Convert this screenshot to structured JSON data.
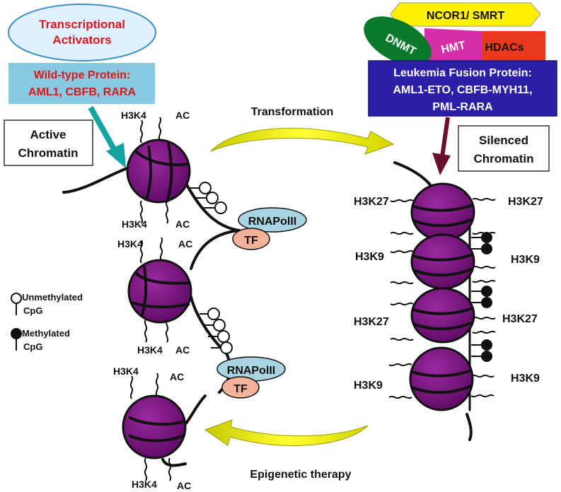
{
  "left": {
    "activators": "Transcriptional Activators",
    "wildtype_line1": "Wild-type Protein:",
    "wildtype_line2": "AML1, CBFB, RARA",
    "active_chromatin": "Active Chromatin",
    "mark_h3k4": "H3K4",
    "mark_ac": "AC",
    "rnapol": "RNAPolII",
    "tf": "TF"
  },
  "right": {
    "ncor": "NCOR1/ SMRT",
    "dnmt": "DNMT",
    "hmt": "HMT",
    "hdacs": "HDACs",
    "fusion_line1": "Leukemia Fusion Protein:",
    "fusion_line2": "AML1-ETO, CBFB-MYH11,",
    "fusion_line3": "PML-RARA",
    "silenced_chromatin": "Silenced Chromatin",
    "mark_h3k27": "H3K27",
    "mark_h3k9": "H3K9"
  },
  "center": {
    "transformation": "Transformation",
    "epigenetic_therapy": "Epigenetic therapy"
  },
  "legend": {
    "unmethylated_line1": "Unmethylated",
    "unmethylated_line2": "CpG",
    "methylated_line1": "Methylated",
    "methylated_line2": "CpG"
  },
  "colors": {
    "nucleosome": "#7b0f80",
    "activators_fill": "#dff0ff",
    "wildtype_fill": "#86c9e0",
    "fusion_fill": "#2b1fa8",
    "ncor_fill": "#fff100",
    "dnmt_fill": "#0a7a2a",
    "hmt_fill": "#d42fa6",
    "hdacs_fill": "#e8391e",
    "rnapol_fill": "#a9d4e2",
    "tf_fill": "#f4b199",
    "arrow_yellow": "#ffff00",
    "arrow_teal": "#14a3a3",
    "arrow_maroon": "#6b0f2c"
  }
}
